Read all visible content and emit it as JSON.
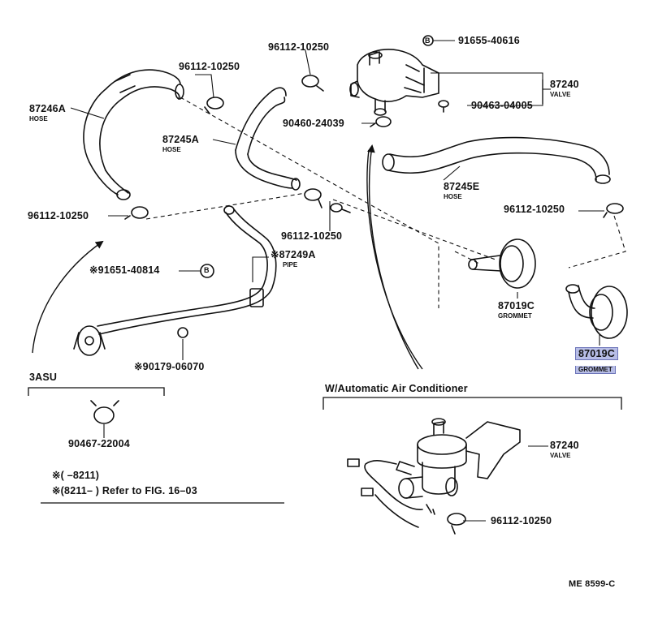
{
  "labels": {
    "hose_87246a": "87246A",
    "hose_87246a_sub": "HOSE",
    "clamp_top_left": "96112-10250",
    "clamp_top_mid": "96112-10250",
    "plug_91655": "91655-40616",
    "valve_87240_top": "87240",
    "valve_87240_top_sub": "VALVE",
    "bolt_90463": "90463-04005",
    "clamp_90460": "90460-24039",
    "hose_87245a": "87245A",
    "hose_87245a_sub": "HOSE",
    "hose_87245e": "87245E",
    "hose_87245e_sub": "HOSE",
    "clamp_right": "96112-10250",
    "clamp_left": "96112-10250",
    "clamp_center": "96112-10250",
    "bolt_91651": "※91651-40814",
    "pipe_87249a": "※87249A",
    "pipe_87249a_sub": "PIPE",
    "grommet_mid": "87019C",
    "grommet_mid_sub": "GROMMET",
    "grommet_right": "87019C",
    "grommet_right_sub": "GROMMET",
    "nut_90179": "※90179-06070",
    "engine_3asu": "3ASU",
    "clip_90467": "90467-22004",
    "note_line1": "※(     –8211)",
    "note_line2": "※(8211–        ) Refer to FIG. 16–03",
    "ac_title": "W/Automatic Air Conditioner",
    "valve_87240_bottom": "87240",
    "valve_87240_bottom_sub": "VALVE",
    "clamp_bottom": "96112-10250",
    "figure_code": "ME 8599-C"
  },
  "callout_letter": "B",
  "colors": {
    "ink": "#111111",
    "highlight": "#b7bde6",
    "highlight_border": "#6b73b8"
  }
}
